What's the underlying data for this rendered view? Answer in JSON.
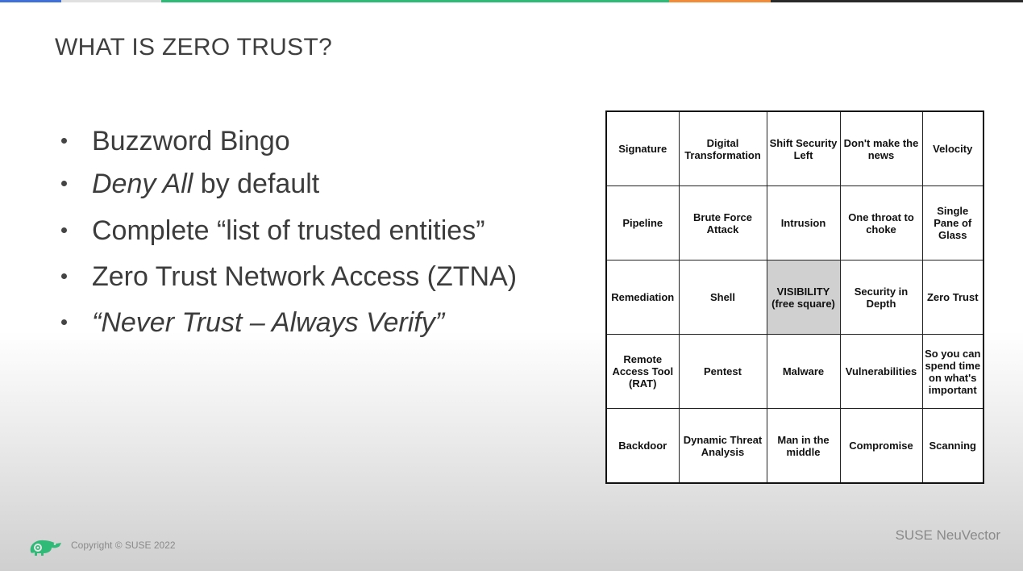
{
  "slide": {
    "title": "WHAT IS ZERO TRUST?",
    "bullets": [
      {
        "emph": "",
        "text": "Buzzword Bingo"
      },
      {
        "emph": "Deny All",
        "text": " by default"
      },
      {
        "emph": "",
        "text": "Complete “list of trusted entities”"
      },
      {
        "emph": "",
        "text": "Zero Trust Network Access (ZTNA)"
      },
      {
        "emph": "“Never Trust – Always Verify”",
        "text": ""
      }
    ]
  },
  "bingo": {
    "rows": [
      [
        "Signature",
        "Digital\nTransformation",
        "Shift Security\nLeft",
        "Don't make the\nnews",
        "Velocity"
      ],
      [
        "Pipeline",
        "Brute Force\nAttack",
        "Intrusion",
        "One throat to\nchoke",
        "Single\nPane of\nGlass"
      ],
      [
        "Remediation",
        "Shell",
        "VISIBILITY\n(free square)",
        "Security in\nDepth",
        "Zero Trust"
      ],
      [
        "Remote\nAccess Tool\n(RAT)",
        "Pentest",
        "Malware",
        "Vulnerabilities",
        "So you can\nspend time\non what's\nimportant"
      ],
      [
        "Backdoor",
        "Dynamic Threat\nAnalysis",
        "Man in the\nmiddle",
        "Compromise",
        "Scanning"
      ]
    ],
    "free_square_color": "#d0d0d0"
  },
  "footer": {
    "copyright": "Copyright © SUSE 2022",
    "brand": "SUSE NeuVector",
    "logo_icon": "suse-chameleon-logo",
    "logo_color": "#30ba78"
  },
  "colors": {
    "top_bar": [
      "#3f6fd8",
      "#e0e0e0",
      "#30ba78",
      "#f28c38",
      "#2a2a2a"
    ]
  }
}
